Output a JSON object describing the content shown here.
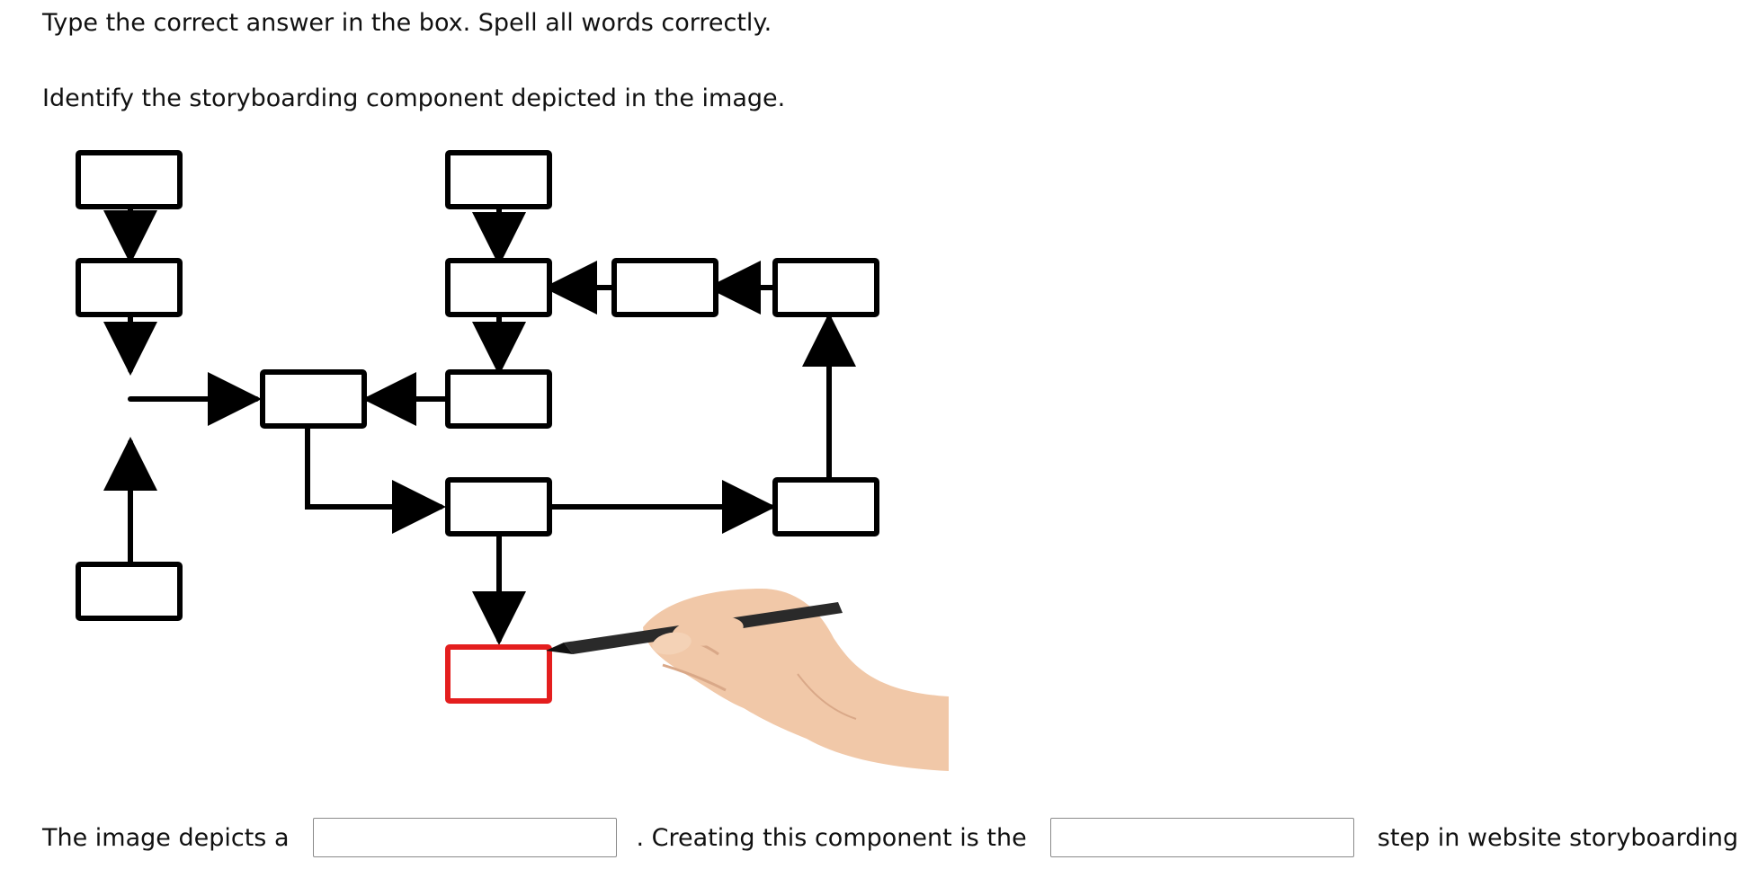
{
  "instruction": "Type the correct answer in the box. Spell all words correctly.",
  "question": "Identify the storyboarding component depicted in the image.",
  "figure": {
    "box_color": "#000000",
    "highlight_color": "#e41e1e",
    "skin_color": "#f1c8a8",
    "pen_color": "#2a2a2a"
  },
  "sentence": {
    "part1": "The image depicts a",
    "answer1": "",
    "part2": ". Creating this component is the",
    "answer2": "",
    "part3": "step in website storyboarding."
  }
}
